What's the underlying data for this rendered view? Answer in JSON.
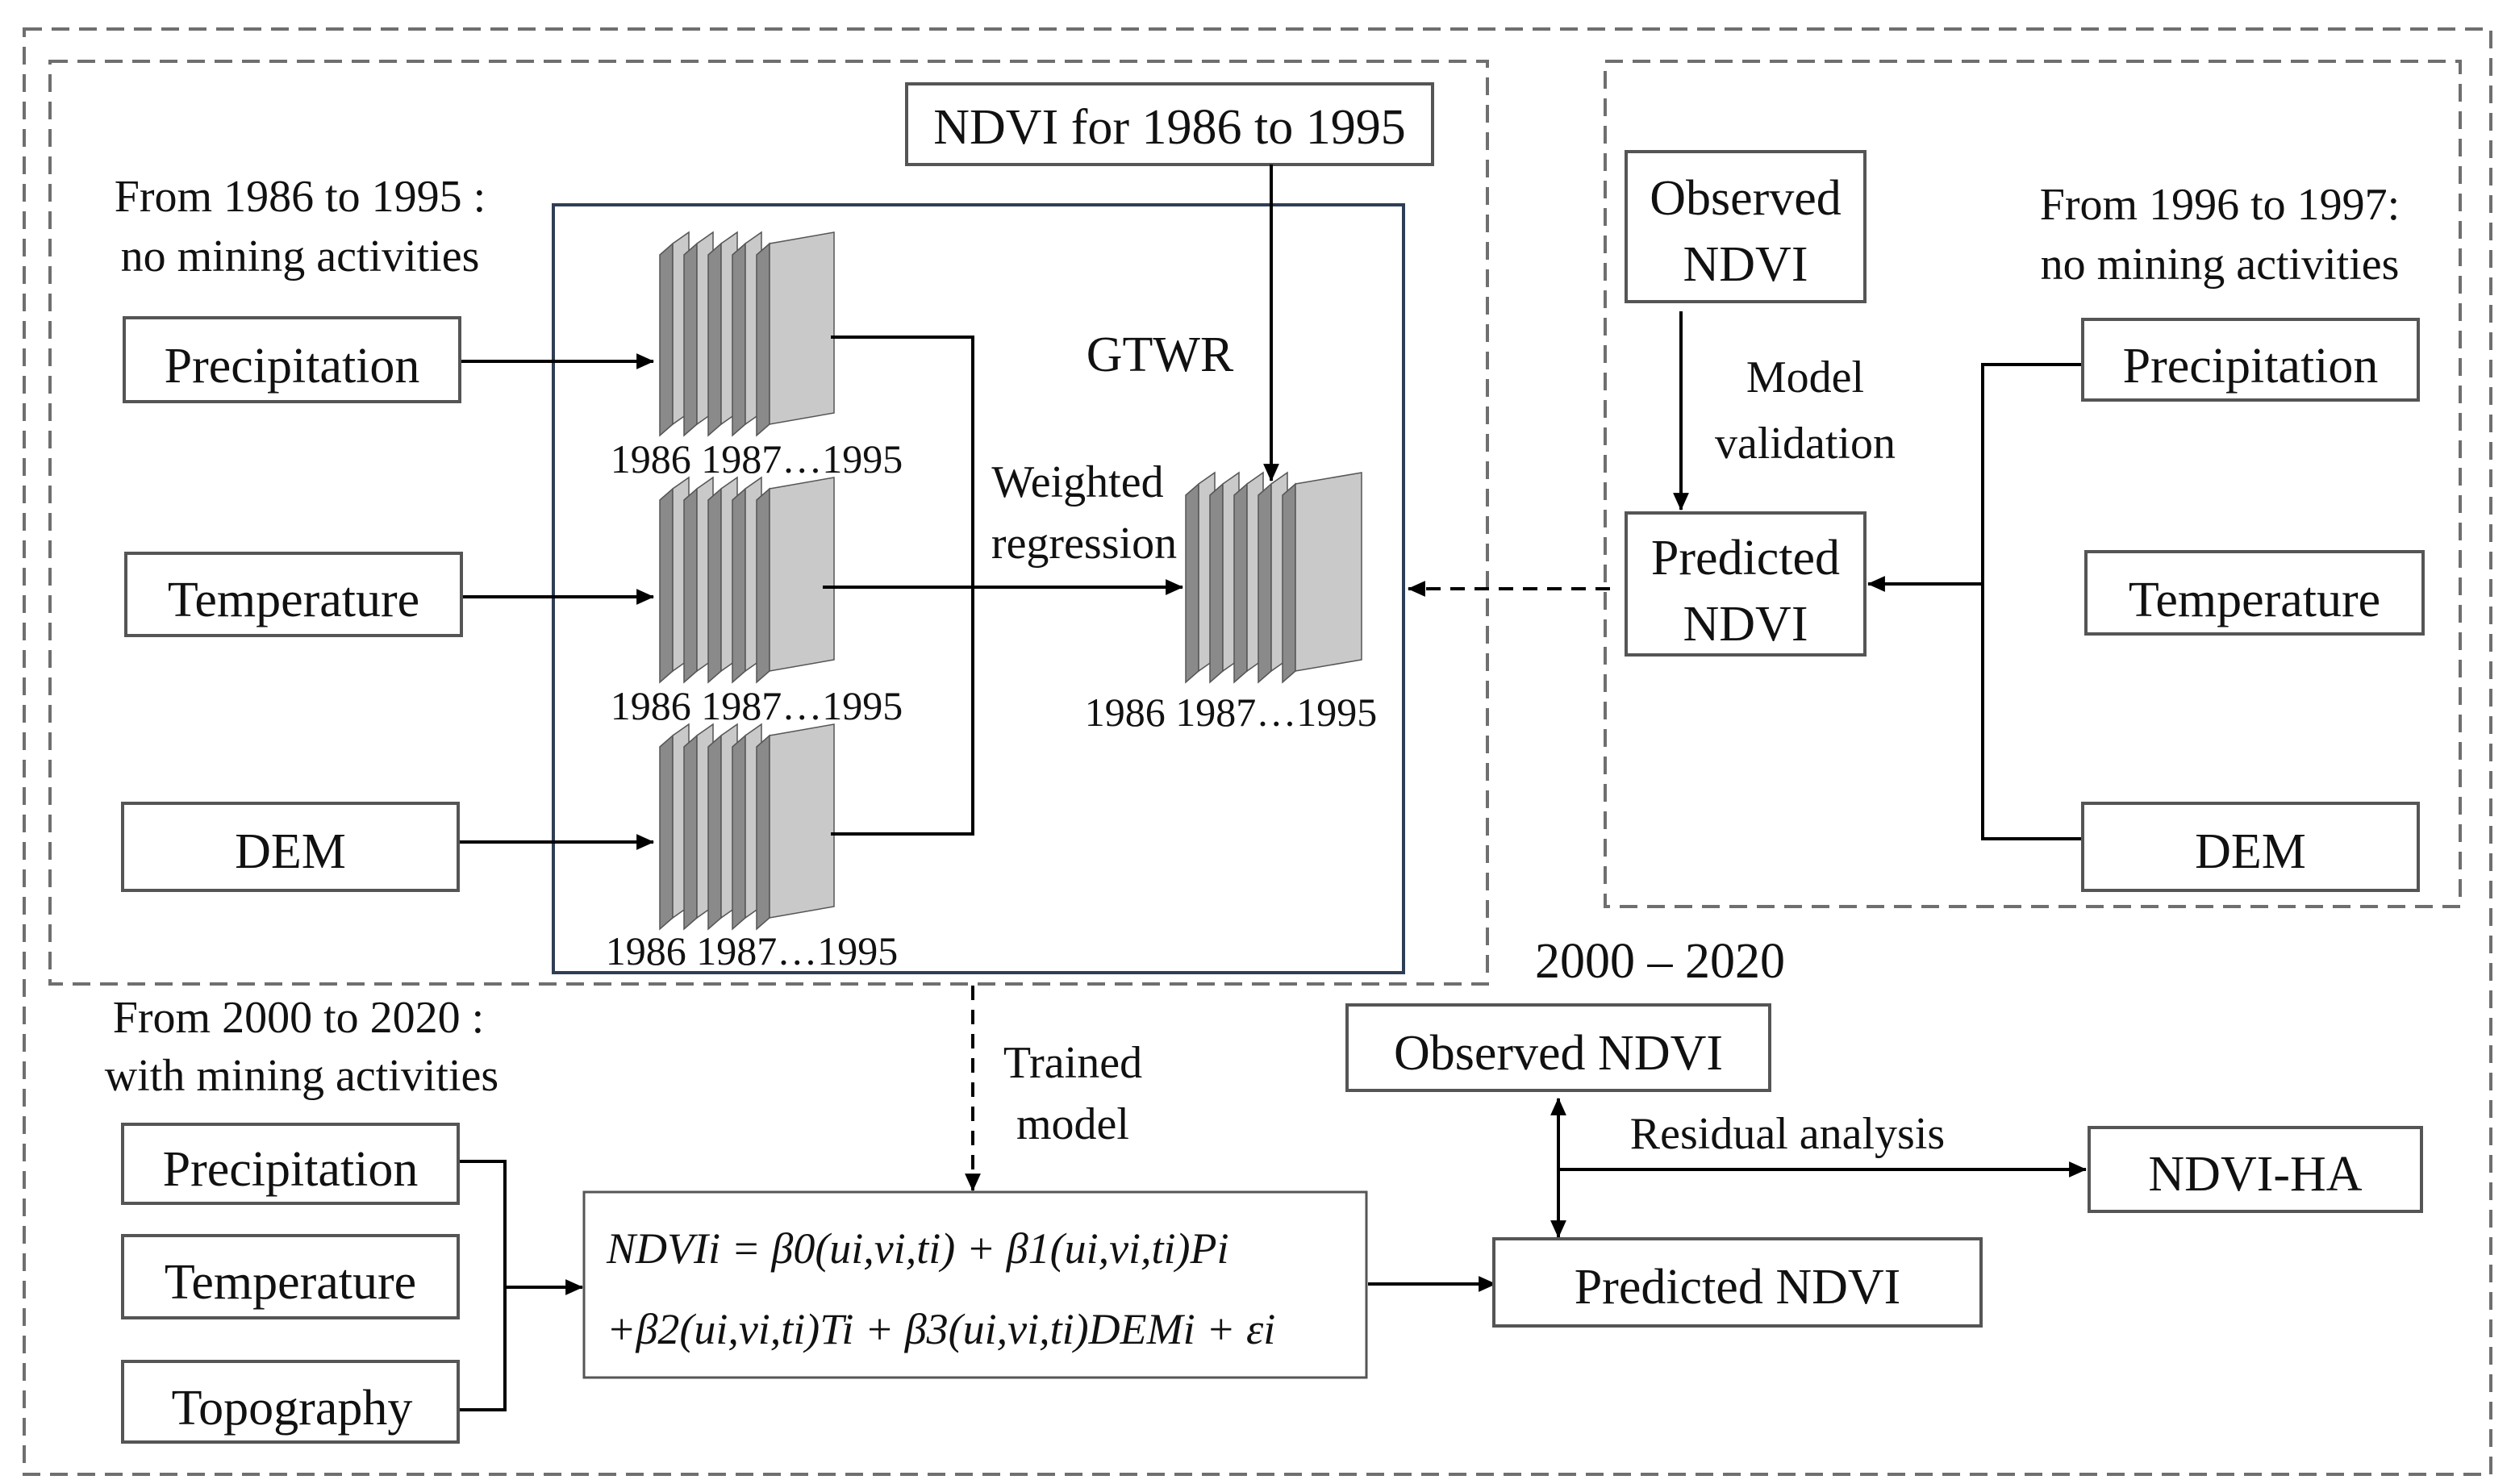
{
  "top_left": {
    "period_line1": "From 1986 to 1995 :",
    "period_line2": "no mining activities",
    "inputs": [
      "Precipitation",
      "Temperature",
      "DEM"
    ],
    "stack_years": "1986 1987…1995",
    "gtwr_label": "GTWR",
    "weighted_line1": "Weighted",
    "weighted_line2": "regression",
    "ndvi_input": "NDVI for 1986 to 1995"
  },
  "top_right": {
    "observed_line1": "Observed",
    "observed_line2": "NDVI",
    "validation_line1": "Model",
    "validation_line2": "validation",
    "predicted_line1": "Predicted",
    "predicted_line2": "NDVI",
    "period_line1": "From 1996 to 1997:",
    "period_line2": "no mining activities",
    "inputs": [
      "Precipitation",
      "Temperature",
      "DEM"
    ]
  },
  "bottom": {
    "period_line1": "From 2000 to 2020 :",
    "period_line2": "with mining activities",
    "inputs": [
      "Precipitation",
      "Temperature",
      "Topography"
    ],
    "trained_line1": "Trained",
    "trained_line2": "model",
    "equation_line1": "NDVIi = β0(ui,vi,ti) + β1(ui,vi,ti)Pi",
    "equation_line2": "+β2(ui,vi,ti)Ti + β3(ui,vi,ti)DEMi + εi",
    "range_label": "2000 – 2020",
    "observed_ndvi": "Observed NDVI",
    "residual_label": "Residual analysis",
    "ndvi_ha": "NDVI-HA",
    "predicted_ndvi": "Predicted NDVI"
  },
  "colors": {
    "dashed_border": "#6f6f6f",
    "box_border": "#555555",
    "gtwr_border": "#2e3e55",
    "layer_front": "#c9c9c9",
    "layer_side": "#8a8a8a",
    "layer_top": "#b0b0b0",
    "arrow": "#000000"
  }
}
